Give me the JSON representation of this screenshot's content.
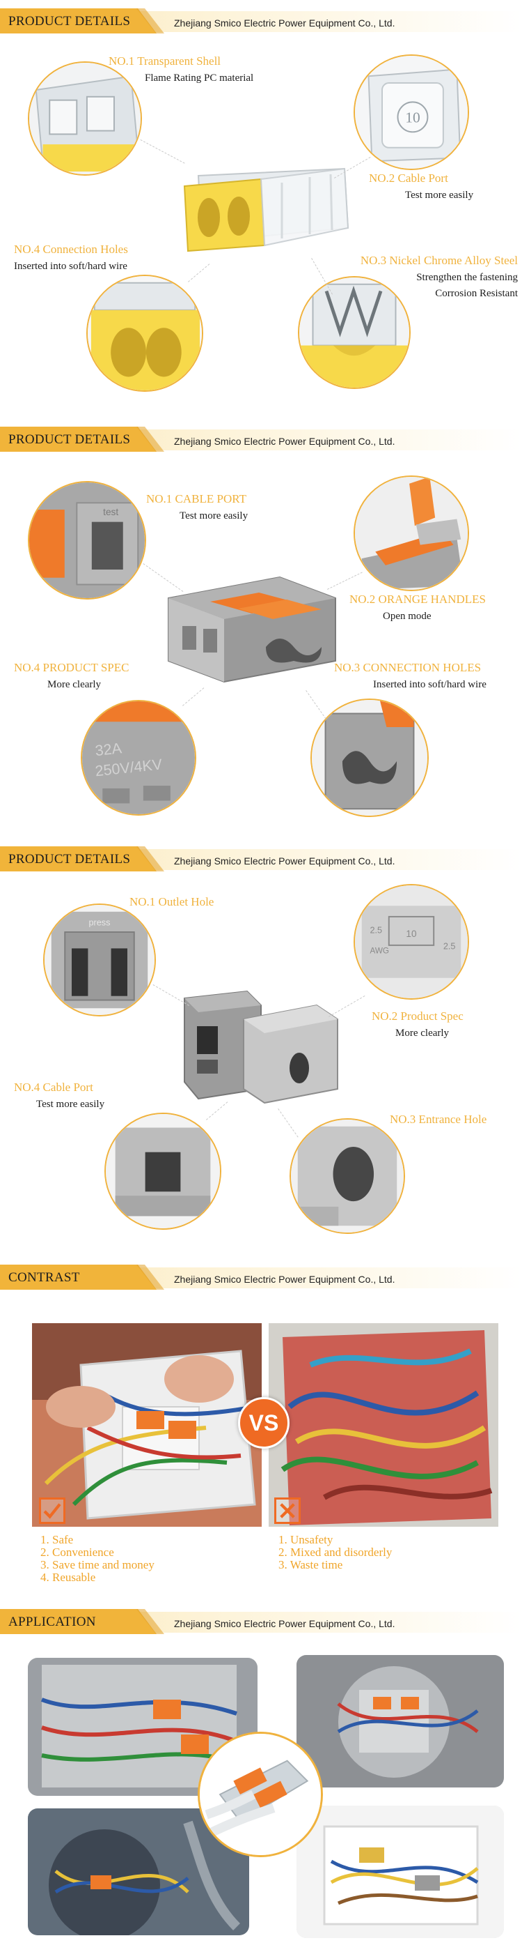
{
  "company": "Zhejiang Smico Electric Power Equipment Co., Ltd.",
  "sections": {
    "s1": {
      "title": "PRODUCT DETAILS",
      "c1": {
        "head": "NO.1 Transparent Shell",
        "sub": "Flame Rating PC material"
      },
      "c2": {
        "head": "NO.2 Cable Port",
        "sub": "Test more easily"
      },
      "c3": {
        "head": "NO.3 Nickel Chrome Alloy Steel",
        "sub": "Strengthen the fastening",
        "sub2": "Corrosion Resistant"
      },
      "c4": {
        "head": "NO.4 Connection Holes",
        "sub": "Inserted into soft/hard wire"
      },
      "shell_mark": "10"
    },
    "s2": {
      "title": "PRODUCT DETAILS",
      "c1": {
        "head": "NO.1 CABLE PORT",
        "sub": "Test more easily"
      },
      "c2": {
        "head": "NO.2 ORANGE HANDLES",
        "sub": "Open mode"
      },
      "c3": {
        "head": "NO.3 CONNECTION HOLES",
        "sub": "Inserted into soft/hard wire"
      },
      "c4": {
        "head": "NO.4 PRODUCT SPEC",
        "sub": "More clearly"
      },
      "test_mark": "test",
      "spec_line1": "32A",
      "spec_line2": "250V/4KV"
    },
    "s3": {
      "title": "PRODUCT DETAILS",
      "c1": {
        "head": "NO.1 Outlet Hole"
      },
      "c2": {
        "head": "NO.2 Product Spec",
        "sub": "More clearly"
      },
      "c3": {
        "head": "NO.3 Entrance Hole"
      },
      "c4": {
        "head": "NO.4 Cable Port",
        "sub": "Test more easily"
      },
      "press_mark": "press",
      "spec_left_top": "2.5",
      "spec_left_bottom": "AWG",
      "spec_mid": "10",
      "spec_right": "2.5"
    },
    "contrast": {
      "title": "CONTRAST",
      "vs": "VS",
      "good": [
        "1. Safe",
        "2. Convenience",
        "3. Save time and money",
        "4. Reusable"
      ],
      "bad": [
        "1. Unsafety",
        "2. Mixed and disorderly",
        "3. Waste time"
      ]
    },
    "application": {
      "title": "APPLICATION"
    }
  },
  "colors": {
    "accent": "#f0b23d",
    "orange": "#ef6a23",
    "gray_body": "#8e8e8e",
    "yellow_body": "#f7d94a"
  }
}
